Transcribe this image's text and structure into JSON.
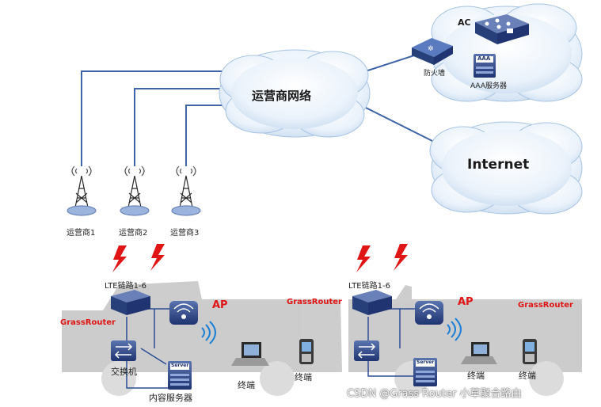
{
  "clouds": {
    "operator_network": "运营商网络",
    "internet": "Internet",
    "ac": "AC",
    "firewall": "防火墙",
    "aaa_icon_text": "AAA",
    "aaa_server": "AAA服务器"
  },
  "towers": [
    "运营商1",
    "运营商2",
    "运营商3"
  ],
  "vehicles": [
    {
      "lte_label": "LTE链路1-6",
      "router_label": "GrassRouter",
      "ap_label": "AP",
      "switch_label": "交换机",
      "server_icon_text": "Server",
      "server_label": "内容服务器",
      "terminal_label_1": "终端",
      "terminal_label_2": "终端"
    },
    {
      "lte_label": "LTE链路1-6",
      "router_label_1": "GrassRouter",
      "router_label_2": "GrassRouter",
      "ap_label": "AP",
      "terminal_label_1": "终端",
      "terminal_label_2": "终端",
      "server_icon_text": "Server"
    }
  ],
  "watermark": "CSDN @Grass Router 小草聚合路由",
  "colors": {
    "cloud_fill": "#e8f1fb",
    "cloud_stroke": "#9fbfe0",
    "link_blue": "#3f64a8",
    "brand_red": "#e01515",
    "vehicle_gray": "#bdbdbd"
  }
}
